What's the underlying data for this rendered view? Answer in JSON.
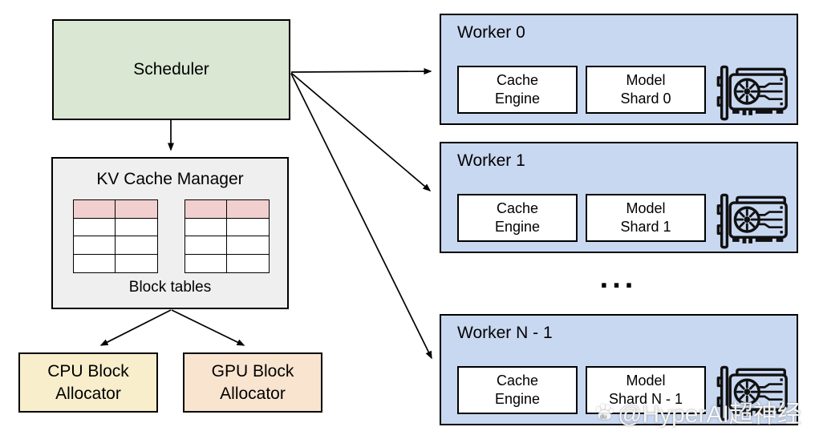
{
  "scheduler": {
    "label": "Scheduler"
  },
  "kv_cache_manager": {
    "title": "KV Cache Manager",
    "caption": "Block tables",
    "block_tables": {
      "count": 2,
      "rows": 4,
      "columns": 2
    }
  },
  "allocators": {
    "cpu_label": "CPU Block\nAllocator",
    "gpu_label": "GPU Block\nAllocator"
  },
  "workers": [
    {
      "title": "Worker 0",
      "cache_engine_label": "Cache\nEngine",
      "model_shard_label": "Model\nShard 0"
    },
    {
      "title": "Worker 1",
      "cache_engine_label": "Cache\nEngine",
      "model_shard_label": "Model\nShard 1"
    },
    {
      "title": "Worker N - 1",
      "cache_engine_label": "Cache\nEngine",
      "model_shard_label": "Model\nShard N - 1"
    }
  ],
  "ellipsis": "...",
  "watermark": {
    "text": "@HyperAI超神经",
    "logo_icon": "paw-cloud-icon"
  },
  "icons": {
    "worker_chip": "gpu-graphics-card-icon"
  },
  "colors": {
    "scheduler_fill": "#d9e7d3",
    "kv_fill": "#efefef",
    "table_header_fill": "#f2cfcf",
    "worker_fill": "#c9d8f1",
    "inner_box_fill": "#ffffff",
    "cpu_fill": "#f8eecb",
    "gpu_fill": "#f9e4d0",
    "border_color": "#000000",
    "arrow_color": "#000000"
  }
}
